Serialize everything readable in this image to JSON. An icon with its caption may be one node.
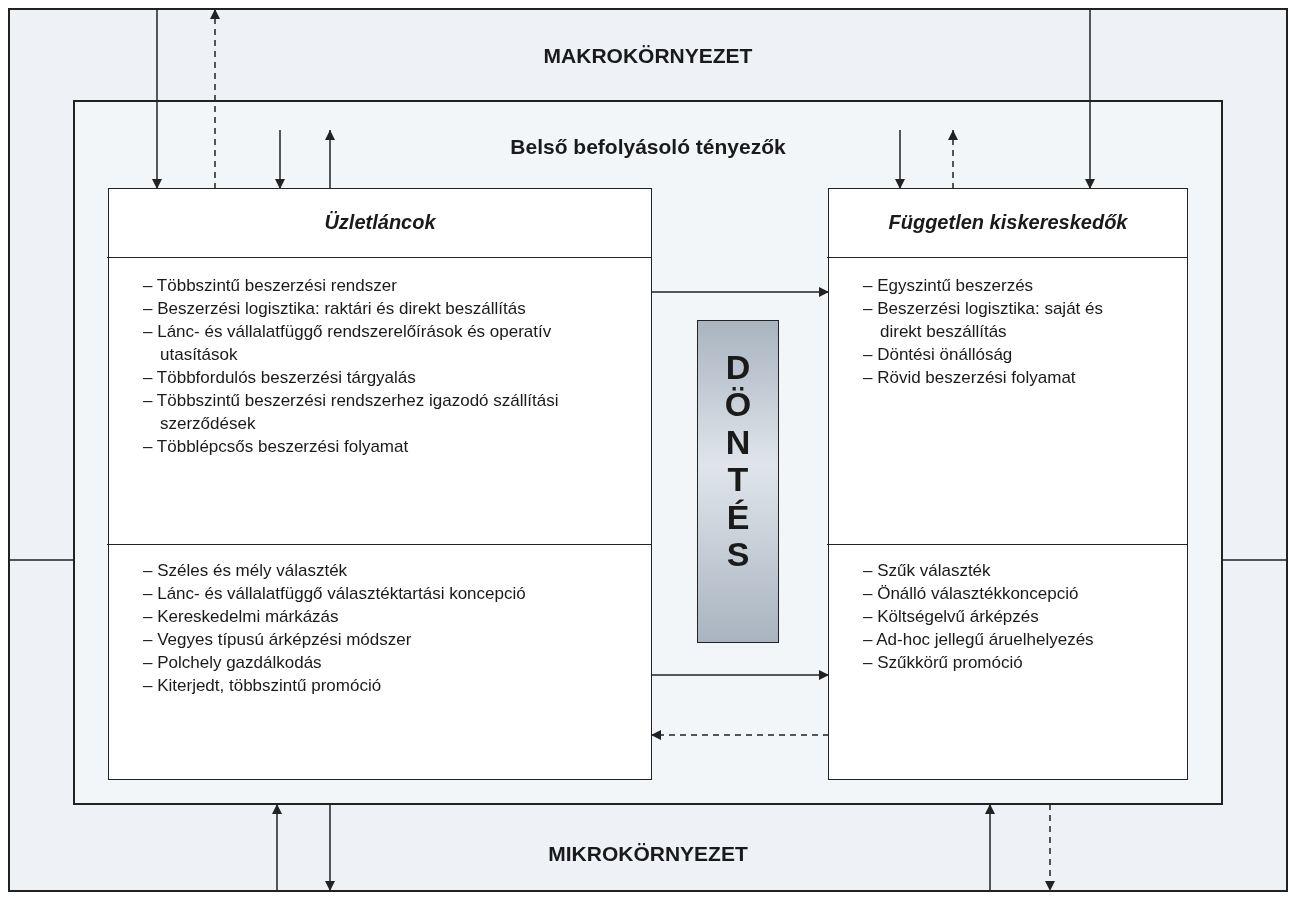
{
  "diagram": {
    "nodes": [
      {
        "text": [
          "MAKROKÖRNYEZET",
          "MIKROKÖRNYEZET"
        ]
      },
      {
        "text": [
          "Belső befolyásoló tényezők"
        ],
        "in": 0
      },
      {
        "text": [
          "Üzletláncok"
        ],
        "in": 1
      },
      {
        "text": [
          "– Többszintű beszerzési rendszer",
          "– Beszerzési logisztika: raktári és direkt beszállítás",
          "– Lánc- és vállalatfüggő rendszerelőírások és operatív utasítások",
          "– Többfordulós beszerzési tárgyalás",
          "– Többszintű beszerzési rendszerhez igazodó szállítási szerződések",
          "– Többlépcsős beszerzési folyamat"
        ],
        "in": 2
      },
      {
        "text": [
          "– Széles és mély választék",
          "– Lánc- és vállalatfüggő választéktartási koncepció",
          "– Kereskedelmi márkázás",
          "– Vegyes típusú árképzési módszer",
          "– Polchely gazdálkodás",
          "– Kiterjedt, többszintű promóció"
        ],
        "in": 2
      },
      {
        "text": [
          "Független kiskereskedők"
        ],
        "in": 1
      },
      {
        "text": [
          "– Egyszintű beszerzés",
          "– Beszerzési logisztika: saját és direkt beszállítás",
          "– Döntési önállóság",
          "– Rövid beszerzési folyamat"
        ],
        "in": 5
      },
      {
        "text": [
          "– Szűk választék",
          "– Önálló választékkoncepció",
          "– Költségelvű árképzés",
          "– Ad-hoc jellegű áruelhelyezés",
          "– Szűkkörű promóció"
        ],
        "in": 5
      },
      {
        "text": [
          "DÖNTÉS"
        ],
        "in": 1
      }
    ],
    "edges": [
      {
        "from": 0,
        "to": 2,
        "arrow": "to"
      },
      {
        "from": 2,
        "to": 0,
        "arrow": "to",
        "style": "dashed"
      },
      {
        "from": null,
        "to": 2,
        "arrow": "to"
      },
      {
        "from": 2,
        "to": null,
        "arrow": "to"
      },
      {
        "from": null,
        "to": 5,
        "arrow": "to"
      },
      {
        "from": 5,
        "to": null,
        "arrow": "to",
        "style": "dashed"
      },
      {
        "from": 0,
        "to": 5,
        "arrow": "to"
      },
      {
        "from": 3,
        "to": 6,
        "arrow": "to"
      },
      {
        "from": 4,
        "to": 7,
        "arrow": "to"
      },
      {
        "from": 7,
        "to": 4,
        "arrow": "to",
        "style": "dashed"
      },
      {
        "from": 0,
        "to": 1,
        "arrow": "to"
      },
      {
        "from": 1,
        "to": 0,
        "arrow": "to"
      },
      {
        "from": 0,
        "to": 1,
        "arrow": "to"
      },
      {
        "from": 1,
        "to": 0,
        "arrow": "to",
        "style": "dashed"
      }
    ]
  }
}
